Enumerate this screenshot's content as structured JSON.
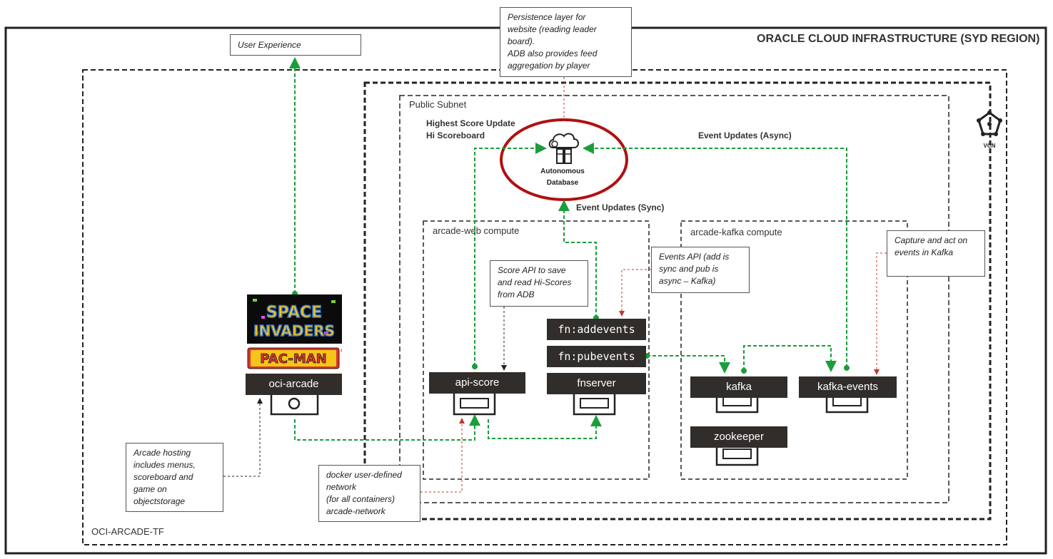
{
  "region_title": "ORACLE CLOUD INFRASTRUCTURE (SYD REGION)",
  "tf_label": "OCI-ARCADE-TF",
  "vcn_label": "VCN",
  "subnet_label": "Public Subnet",
  "database": {
    "line1": "Autonomous",
    "line2": "Database"
  },
  "flow_labels": {
    "highest_score_1": "Highest Score Update",
    "highest_score_2": "Hi Scoreboard",
    "event_async": "Event Updates (Async)",
    "event_sync": "Event Updates (Sync)"
  },
  "compute": {
    "web": "arcade-web compute",
    "kafka": "arcade-kafka compute"
  },
  "containers": {
    "oci_arcade": "oci-arcade",
    "api_score": "api-score",
    "fn_addevents": "fn:addevents",
    "fn_pubevents": "fn:pubevents",
    "fnserver": "fnserver",
    "kafka": "kafka",
    "kafka_events": "kafka-events",
    "zookeeper": "zookeeper"
  },
  "games": {
    "space_invaders": "SPACE INVADERS",
    "pacman": "PAC-MAN"
  },
  "notes": {
    "user_experience": "User Experience",
    "persistence": "Persistence layer for\nwebsite (reading leader\nboard).\nADB also provides feed\naggregation by player",
    "score_api": "Score API to save\nand read Hi-Scores\nfrom ADB",
    "events_api": "Events API (add is\nsync and pub is\nasync – Kafka)",
    "capture": "Capture and act on\nevents in Kafka",
    "arcade_hosting": "Arcade hosting\nincludes menus,\nscoreboard and\ngame on\nobjectstorage",
    "docker": "docker user-defined\nnetwork\n(for all containers)\narcade-network"
  },
  "colors": {
    "green_flow": "#1a9e3a",
    "red_annotation": "#c0392b",
    "container_bar": "#312d2a",
    "adb_circle": "#b01010"
  }
}
